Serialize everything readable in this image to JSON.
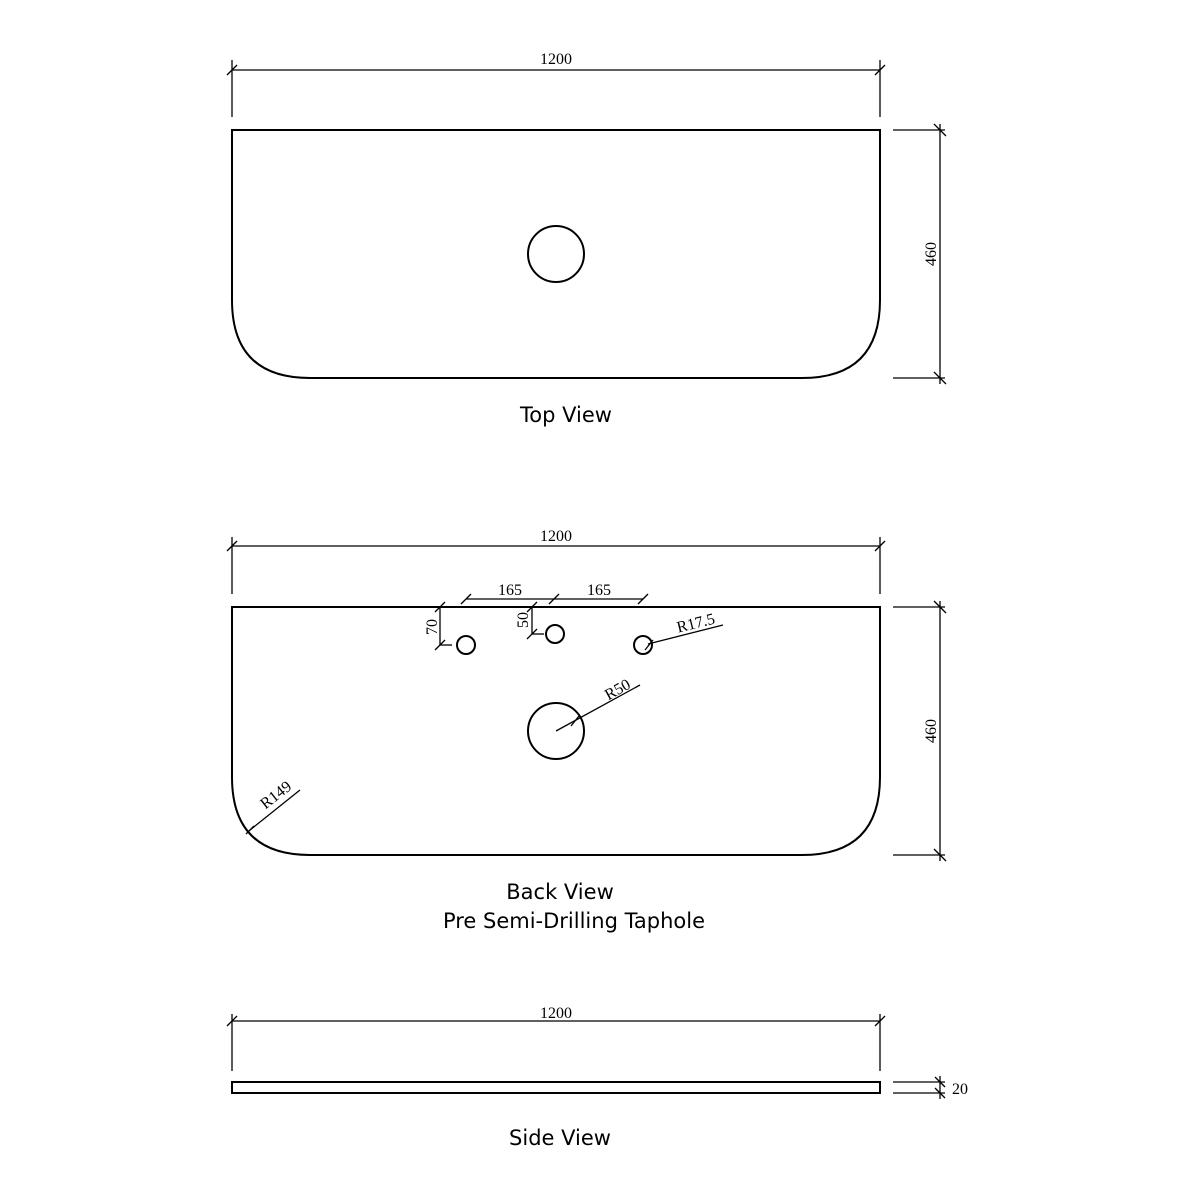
{
  "top_view": {
    "caption": "Top View",
    "width_label": "1200",
    "depth_label": "460"
  },
  "back_view": {
    "caption_line1": "Back View",
    "caption_line2": "Pre Semi-Drilling Taphole",
    "width_label": "1200",
    "depth_label": "460",
    "spacing_left_label": "165",
    "spacing_right_label": "165",
    "offset_70_label": "70",
    "offset_50_label": "50",
    "taphole_radius_label": "R17.5",
    "waste_radius_label": "R50",
    "corner_radius_label": "R149"
  },
  "side_view": {
    "caption": "Side View",
    "width_label": "1200",
    "thickness_label": "20"
  }
}
